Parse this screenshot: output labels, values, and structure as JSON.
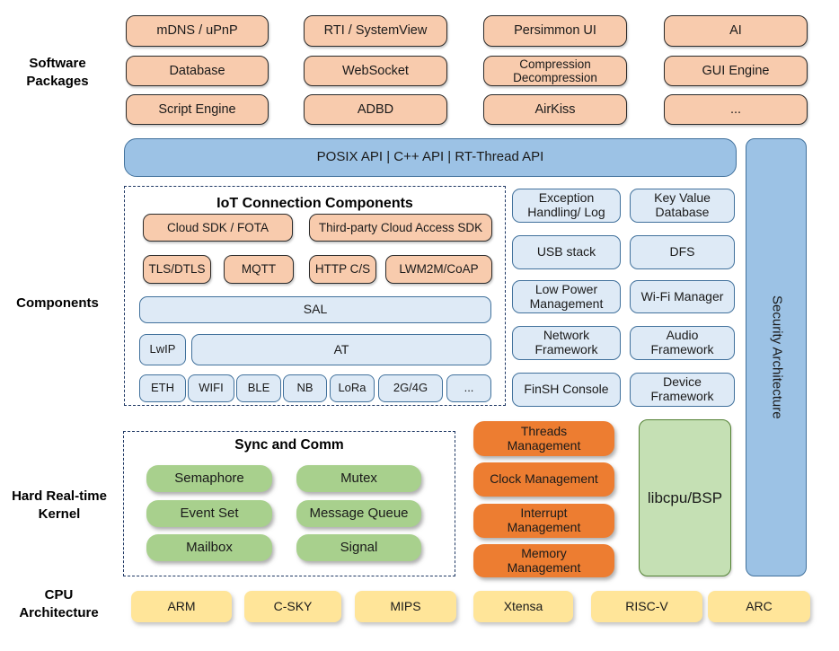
{
  "side_labels": {
    "software_packages": "Software\nPackages",
    "components": "Components",
    "kernel": "Hard Real-time\nKernel",
    "cpu": "CPU\nArchitecture"
  },
  "software_packages": {
    "items": [
      "mDNS / uPnP",
      "RTI / SystemView",
      "Persimmon UI",
      "AI",
      "Database",
      "WebSocket",
      "Compression\nDecompression",
      "GUI Engine",
      "Script Engine",
      "ADBD",
      "AirKiss",
      "..."
    ]
  },
  "api_bar": {
    "label": "POSIX API  |  C++ API  |  RT-Thread API"
  },
  "iot": {
    "title": "IoT Connection Components",
    "cloud_sdk": "Cloud SDK / FOTA",
    "third_party": "Third-party Cloud Access SDK",
    "protocols": [
      "TLS/DTLS",
      "MQTT",
      "HTTP C/S",
      "LWM2M/CoAP"
    ],
    "sal": "SAL",
    "lwip": "LwIP",
    "at": "AT",
    "links": [
      "ETH",
      "WIFI",
      "BLE",
      "NB",
      "LoRa",
      "2G/4G",
      "..."
    ]
  },
  "components": {
    "items": [
      "Exception\nHandling/ Log",
      "Key Value\nDatabase",
      "USB stack",
      "DFS",
      "Low Power\nManagement",
      "Wi-Fi Manager",
      "Network\nFramework",
      "Audio\nFramework",
      "FinSH Console",
      "Device\nFramework"
    ]
  },
  "security": {
    "label": "Security Architecture"
  },
  "kernel": {
    "sync_title": "Sync and Comm",
    "sync_items": [
      "Semaphore",
      "Mutex",
      "Event Set",
      "Message Queue",
      "Mailbox",
      "Signal"
    ],
    "mgmt_items": [
      "Threads\nManagement",
      "Clock Management",
      "Interrupt\nManagement",
      "Memory\nManagement"
    ],
    "libcpu": "libcpu/BSP"
  },
  "cpu": {
    "items": [
      "ARM",
      "C-SKY",
      "MIPS",
      "Xtensa",
      "RISC-V",
      "ARC"
    ]
  },
  "colors": {
    "package_fill": "#F8CBAD",
    "package_border": "#2B2B2B",
    "api_fill": "#9CC2E5",
    "api_border": "#41719C",
    "component_fill": "#DEEAF6",
    "component_border": "#41719C",
    "kernel_orange": "#ED7D31",
    "kernel_green": "#A8D08D",
    "libcpu_fill": "#C5E0B4",
    "libcpu_border": "#538135",
    "cpu_fill": "#FFE599",
    "dashed_border": "#1F3864"
  }
}
